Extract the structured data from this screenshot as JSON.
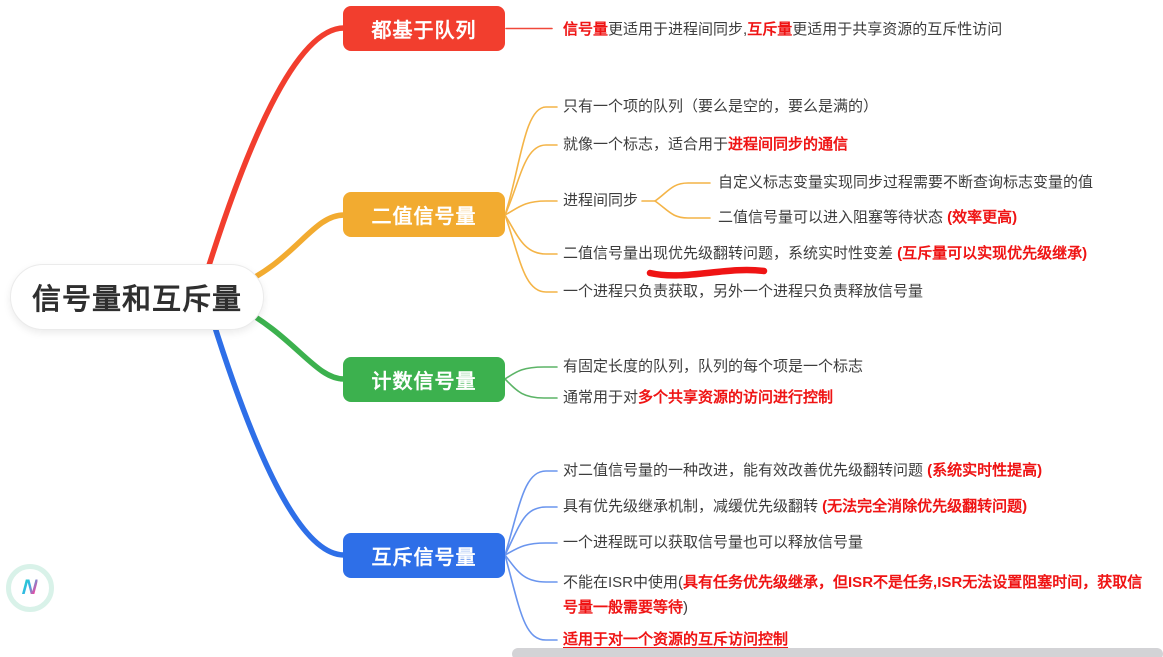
{
  "root": {
    "label": "信号量和互斥量"
  },
  "colors": {
    "branch_queue": "#f23e2e",
    "branch_binary": "#f2ab30",
    "branch_counting": "#3cb14e",
    "branch_mutex": "#2e6fe8",
    "emphasis_red": "#ef1414",
    "plain_text": "#3d3d3d"
  },
  "annotations": [
    {
      "type": "hand-drawn-red-underline",
      "target": "优先级翻转问题，"
    }
  ],
  "logo": {
    "letter": "N"
  },
  "branches": [
    {
      "label": "都基于队列",
      "leaves": [
        {
          "segments": [
            {
              "text": "信号量"
            },
            {
              "text": "更适用于进程间同步,"
            },
            {
              "text": "互斥量"
            },
            {
              "text": "更适用于共享资源的互斥性访问"
            }
          ]
        }
      ]
    },
    {
      "label": "二值信号量",
      "leaves": [
        {
          "segments": [
            {
              "text": "只有一个项的队列（要么是空的，要么是满的）"
            }
          ]
        },
        {
          "segments": [
            {
              "text": "就像一个标志，适合用于"
            },
            {
              "text": "进程间同步的通信"
            }
          ]
        },
        {
          "segments": [
            {
              "text": "进程间同步"
            }
          ],
          "children": [
            {
              "segments": [
                {
                  "text": "自定义标志变量实现同步过程需要不断查询标志变量的值"
                }
              ]
            },
            {
              "segments": [
                {
                  "text": "二值信号量可以进入阻塞等待状态 "
                },
                {
                  "text": "(效率更高)"
                }
              ]
            }
          ]
        },
        {
          "segments": [
            {
              "text": "二值信号量出现优先级翻转问题，系统实时性变差 "
            },
            {
              "text": "(互斥量可以实现优先级继承)"
            }
          ]
        },
        {
          "segments": [
            {
              "text": "一个进程只负责获取，另外一个进程只负责释放信号量"
            }
          ]
        }
      ]
    },
    {
      "label": "计数信号量",
      "leaves": [
        {
          "segments": [
            {
              "text": "有固定长度的队列，队列的每个项是一个标志"
            }
          ]
        },
        {
          "segments": [
            {
              "text": "通常用于对"
            },
            {
              "text": "多个共享资源的访问进行控制"
            }
          ]
        }
      ]
    },
    {
      "label": "互斥信号量",
      "leaves": [
        {
          "segments": [
            {
              "text": "对二值信号量的一种改进，能有效改善优先级翻转问题 "
            },
            {
              "text": "(系统实时性提高)"
            }
          ]
        },
        {
          "segments": [
            {
              "text": "具有优先级继承机制，减缓优先级翻转 "
            },
            {
              "text": "(无法完全消除优先级翻转问题)"
            }
          ]
        },
        {
          "segments": [
            {
              "text": "一个进程既可以获取信号量也可以释放信号量"
            }
          ]
        },
        {
          "segments": [
            {
              "text": "不能在ISR中使用("
            },
            {
              "text": "具有任务优先级继承，但ISR不是任务,ISR无法设置阻塞时间，获取信号量一般需要等待"
            },
            {
              "text": ")"
            }
          ]
        },
        {
          "segments": [
            {
              "text": "适用于对一个资源的互斥访问控制"
            }
          ]
        }
      ]
    }
  ]
}
